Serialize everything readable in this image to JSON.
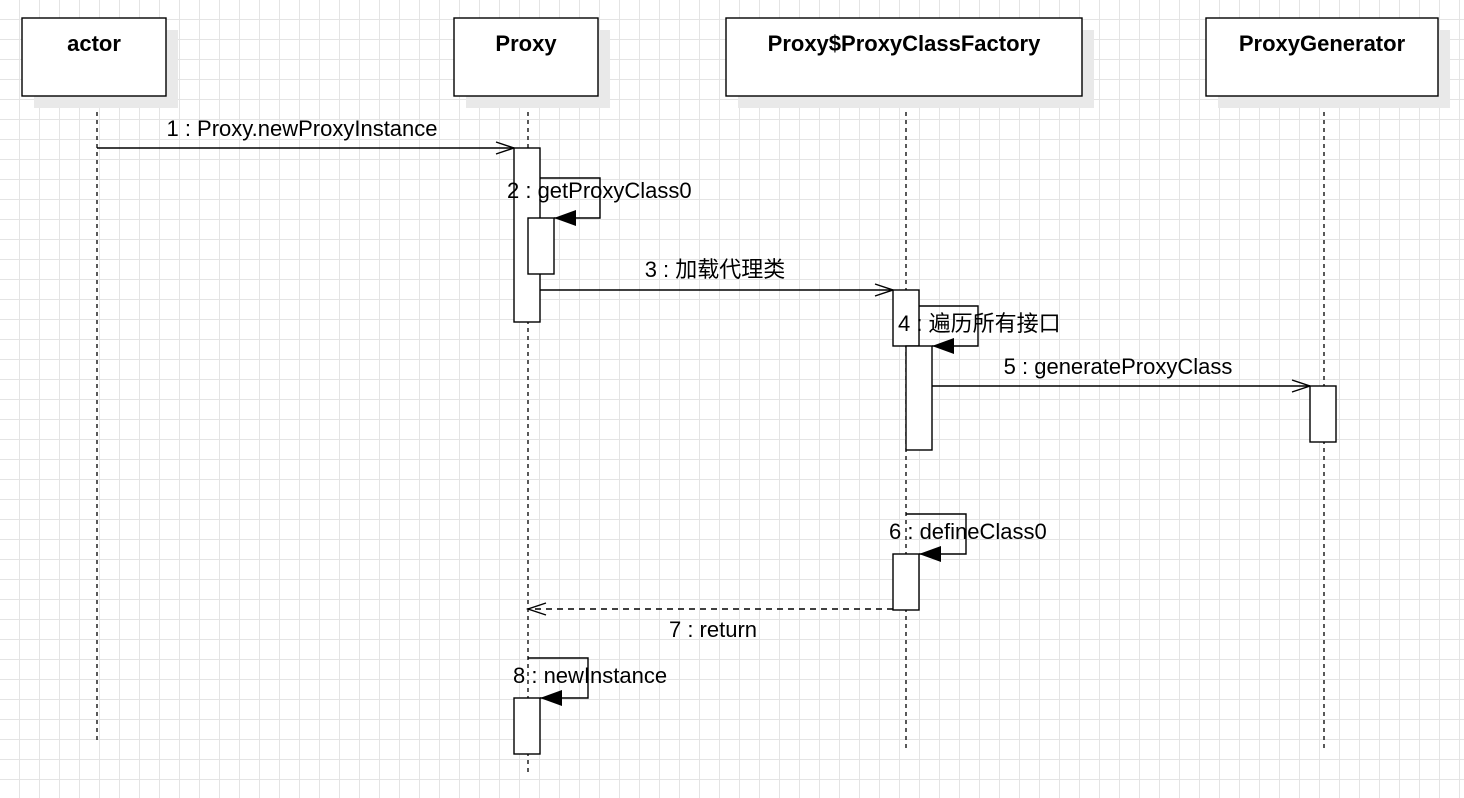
{
  "participants": [
    {
      "id": "actor",
      "label": "actor"
    },
    {
      "id": "proxy",
      "label": "Proxy"
    },
    {
      "id": "factory",
      "label": "Proxy$ProxyClassFactory"
    },
    {
      "id": "generator",
      "label": "ProxyGenerator"
    }
  ],
  "messages": [
    {
      "id": "m1",
      "label": "1 : Proxy.newProxyInstance",
      "from": "actor",
      "to": "proxy",
      "kind": "call"
    },
    {
      "id": "m2",
      "label": "2 : getProxyClass0",
      "from": "proxy",
      "to": "proxy",
      "kind": "self"
    },
    {
      "id": "m3",
      "label": "3 : 加载代理类",
      "from": "proxy",
      "to": "factory",
      "kind": "call"
    },
    {
      "id": "m4",
      "label": "4 : 遍历所有接口",
      "from": "factory",
      "to": "factory",
      "kind": "self"
    },
    {
      "id": "m5",
      "label": "5 : generateProxyClass",
      "from": "factory",
      "to": "generator",
      "kind": "call"
    },
    {
      "id": "m6",
      "label": "6 : defineClass0",
      "from": "factory",
      "to": "factory",
      "kind": "self"
    },
    {
      "id": "m7",
      "label": "7 : return",
      "from": "factory",
      "to": "proxy",
      "kind": "return"
    },
    {
      "id": "m8",
      "label": "8 : newInstance",
      "from": "proxy",
      "to": "proxy",
      "kind": "self"
    }
  ]
}
